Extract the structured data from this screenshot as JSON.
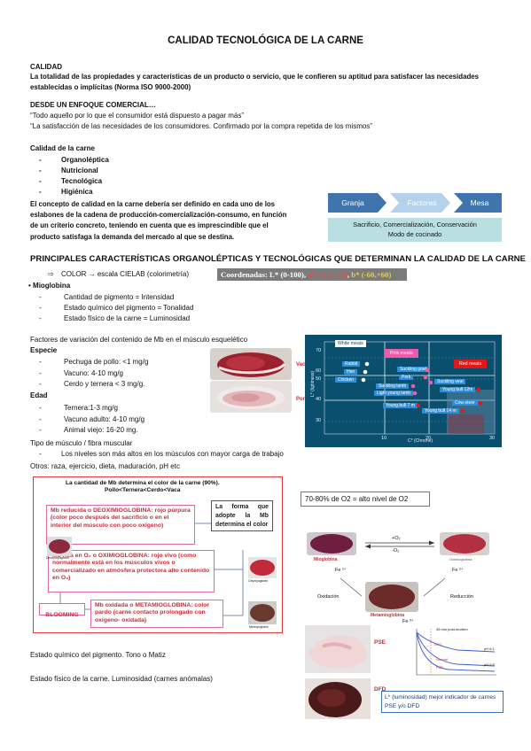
{
  "title": "CALIDAD TECNOLÓGICA DE LA CARNE",
  "calidad": {
    "heading": "CALIDAD",
    "lines": [
      "La totalidad de las propiedades y características de un producto o servicio, que le confieren su aptitud para satisfacer las necesidades",
      "establecidas o implícitas (Norma ISO 9000-2000)"
    ]
  },
  "enfoque": {
    "heading": "DESDE UN ENFOQUE COMERCIAL…",
    "quotes": [
      "“Todo aquello por lo que el consumidor está dispuesto a pagar más”",
      "“La satisfacción de las necesidades de los consumidores. Confirmado por la compra repetida de los mismos”"
    ]
  },
  "calidad_carne": {
    "heading": "Calidad de la carne",
    "items": [
      "Organoléptica",
      "Nutricional",
      "Tecnológica",
      "Higiénica"
    ],
    "paragraph": [
      "El concepto de calidad en la carne debería ser definido en cada uno de los",
      "eslabones de la cadena de producción-comercialización-consumo, en función",
      "de un criterio concreto, teniendo en cuenta que es imprescindible que el",
      "producto satisfaga la demanda del mercado al que se destina."
    ]
  },
  "flow": {
    "steps": [
      "Granja",
      "Factores",
      "Mesa"
    ],
    "caption_lines": [
      "Sacrificio, Comercialización, Conservación",
      "Modo de cocinado"
    ],
    "colors": {
      "step": "#3f74ad",
      "faded": "#b5d2ec",
      "caption_bg": "#b9dfe3"
    }
  },
  "principales": {
    "heading": "PRINCIPALES CARACTERÍSTICAS ORGANOLÉPTICAS Y TECNOLÓGICAS QUE DETERMINAN LA CALIDAD DE LA CARNE",
    "color_line": "COLOR → escala CIELAB (colorimetría)",
    "arrow_icon": "⇨",
    "coord_label": "Coordenadas: ",
    "coord_parts": [
      {
        "text": "L* (0-100)",
        "color": "#ffffff"
      },
      {
        "text": ", ",
        "color": "#ffffff"
      },
      {
        "text": "a* (-60,+60)",
        "color": "#e05050"
      },
      {
        "text": ", ",
        "color": "#ffffff"
      },
      {
        "text": "b* (-60,+60)",
        "color": "#e8d040"
      }
    ],
    "mioglobina_heading": "• Mioglobina",
    "mioglobina_items": [
      "Cantidad de pigmento = Intensidad",
      "Estado químico del pigmento = Tonalidad",
      "Estado físico de la carne = Luminosidad"
    ]
  },
  "factores": {
    "heading": "Factores de variación del contenido de Mb en el músculo esquelético",
    "especie_label": "Especie",
    "especie_items": [
      "Pechuga de pollo: <1 mg/g",
      "Vacuno: 4-10 mg/g",
      "Cerdo y ternera < 3 mg/g."
    ],
    "edad_label": "Edad",
    "edad_items": [
      "Ternera:1-3 mg/g",
      "Vacuno adulto: 4-10 mg/g",
      "Animal viejo: 16-20 mg."
    ],
    "tipo_label": "Tipo de músculo / fibra muscular",
    "tipo_items": [
      "Los niveles son más altos en los músculos con mayor carga de trabajo"
    ],
    "otros": "Otros: raza, ejercicio, dieta, maduración, pH etc",
    "photo_labels": [
      "Vacuno",
      "Porcino"
    ]
  },
  "meat_chart": {
    "ylabel": "L* (lightness)",
    "xlabel": "C* (Chrome)",
    "yticks": [
      "70",
      "60",
      "50",
      "40",
      "30"
    ],
    "xticks": [
      "10",
      "20",
      "30"
    ],
    "groups": [
      "White meats",
      "Pink meats",
      "Red meats"
    ],
    "labels": [
      "Rabbit",
      "Hen",
      "Chicken",
      "Suckling goat",
      "Pork",
      "Suckling lamb",
      "Light young lamb",
      "Suckling veal",
      "Young bull 12m",
      "Young bull 7 m",
      "Cow-steer",
      "Young bull 14 m"
    ],
    "colors": {
      "bg": "#0b4f6e",
      "label": "#2e8fd6",
      "pink": "#f05aa8",
      "red": "#e01818"
    }
  },
  "mb_diagram": {
    "header_lines": [
      "La cantidad de Mb determina el color de la carne (90%).",
      "Pollo<Ternera<Cerdo<Vaca"
    ],
    "box1": "Mb reducida o DEOXIMIOGLOBINA: rojo púrpura (color poco después del sacrificio o en el interior del músculo con poco oxígeno)",
    "box2": "Mb rica en O₂ o OXIMIOGLOBINA: rojo vivo (como normalmente está en los músculos vivos o comercializado en atmósfera protectora alto contenido en O₂)",
    "box3": "Mb oxidada o METAMIOGLOBINA: color pardo (carne contacto prolongado con oxígeno- oxidada)",
    "forma": "La forma que adopte la Mb determina el color",
    "blooming": "BLOOMING",
    "photo_captions": [
      "Deoxymyoglobin",
      "Oxymyoglobin",
      "Metmyoglobin"
    ]
  },
  "o2_note": "70-80% de O2 = alto nivel de O2",
  "cycle": {
    "labels": [
      "Mioglobina",
      "Oximioglobina",
      "Metamioglobina"
    ],
    "plus_o2": "+O₂",
    "minus_o2": "-O₂",
    "fe2": "Fe ²⁺",
    "fe3": "Fe ³⁺",
    "oxidacion": "Oxidación",
    "reduccion": "Reducción"
  },
  "estado_quimico": "Estado químico del pigmento. Tono o Matiz",
  "estado_fisico": "Estado físico de la carne. Luminosidad (carnes anómalas)",
  "anomalas": {
    "pse": "PSE",
    "dfd": "DFD",
    "graph_title": "45 min post-mortem",
    "curve_labels": [
      "DFD",
      "Normal",
      "PSE"
    ],
    "ph_labels": [
      "pH 6.1",
      "pH 5.5"
    ],
    "box_lines": [
      "L* (luminosidad) mejor indicador de carnes",
      "PSE y/o DFD"
    ]
  }
}
